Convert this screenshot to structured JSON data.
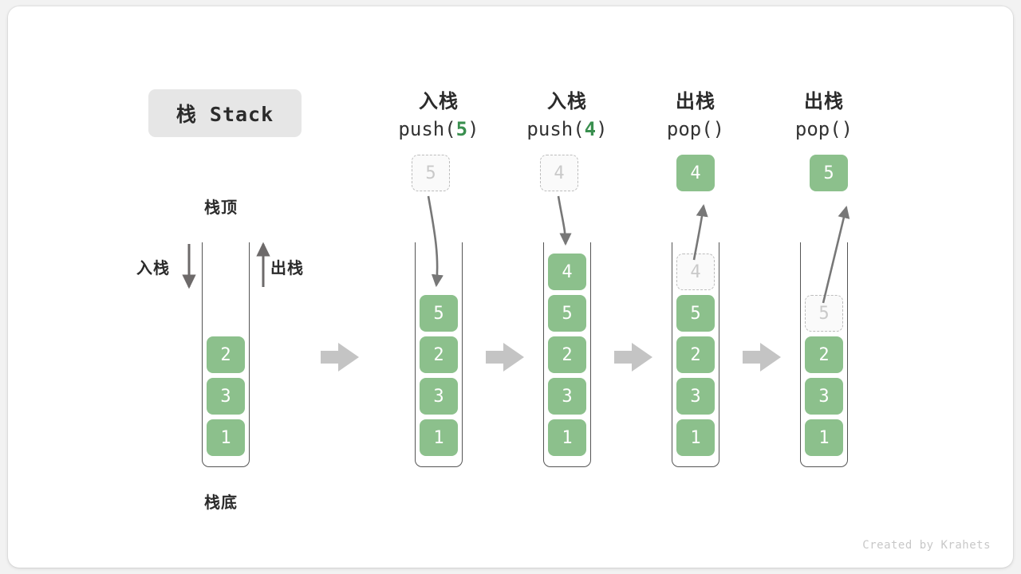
{
  "title": "栈 Stack",
  "footer": "Created by Krahets",
  "colors": {
    "element": "#8cc08c",
    "ghost_border": "#bdbdbd",
    "arrow": "#777777",
    "flow_arrow": "#c4c4c4",
    "accent_green": "#3a8f4f",
    "tube": "#555555",
    "card": "#ffffff",
    "page_bg": "#f2f2f2",
    "chip_bg": "#e6e6e6"
  },
  "base_labels": {
    "top": "栈顶",
    "bottom": "栈底",
    "push": "入栈",
    "pop": "出栈"
  },
  "columns": [
    {
      "id": "initial",
      "header_cn": "",
      "header_code_prefix": "",
      "header_code_arg": "",
      "header_code_suffix": "",
      "cells": [
        "2",
        "3",
        "1"
      ],
      "ghost": null,
      "popped": null
    },
    {
      "id": "push-5",
      "header_cn": "入栈",
      "header_code_prefix": "push(",
      "header_code_arg": "5",
      "header_code_suffix": ")",
      "cells": [
        "5",
        "2",
        "3",
        "1"
      ],
      "ghost": {
        "value": "5",
        "position": "above"
      },
      "popped": null
    },
    {
      "id": "push-4",
      "header_cn": "入栈",
      "header_code_prefix": "push(",
      "header_code_arg": "4",
      "header_code_suffix": ")",
      "cells": [
        "4",
        "5",
        "2",
        "3",
        "1"
      ],
      "ghost": {
        "value": "4",
        "position": "above"
      },
      "popped": null
    },
    {
      "id": "pop-4",
      "header_cn": "出栈",
      "header_code_prefix": "pop(",
      "header_code_arg": "",
      "header_code_suffix": ")",
      "cells": [
        "5",
        "2",
        "3",
        "1"
      ],
      "ghost": {
        "value": "4",
        "position": "in-stack-top"
      },
      "popped": {
        "value": "4"
      }
    },
    {
      "id": "pop-5",
      "header_cn": "出栈",
      "header_code_prefix": "pop(",
      "header_code_arg": "",
      "header_code_suffix": ")",
      "cells": [
        "2",
        "3",
        "1"
      ],
      "ghost": {
        "value": "5",
        "position": "in-stack-top"
      },
      "popped": {
        "value": "5"
      }
    }
  ]
}
